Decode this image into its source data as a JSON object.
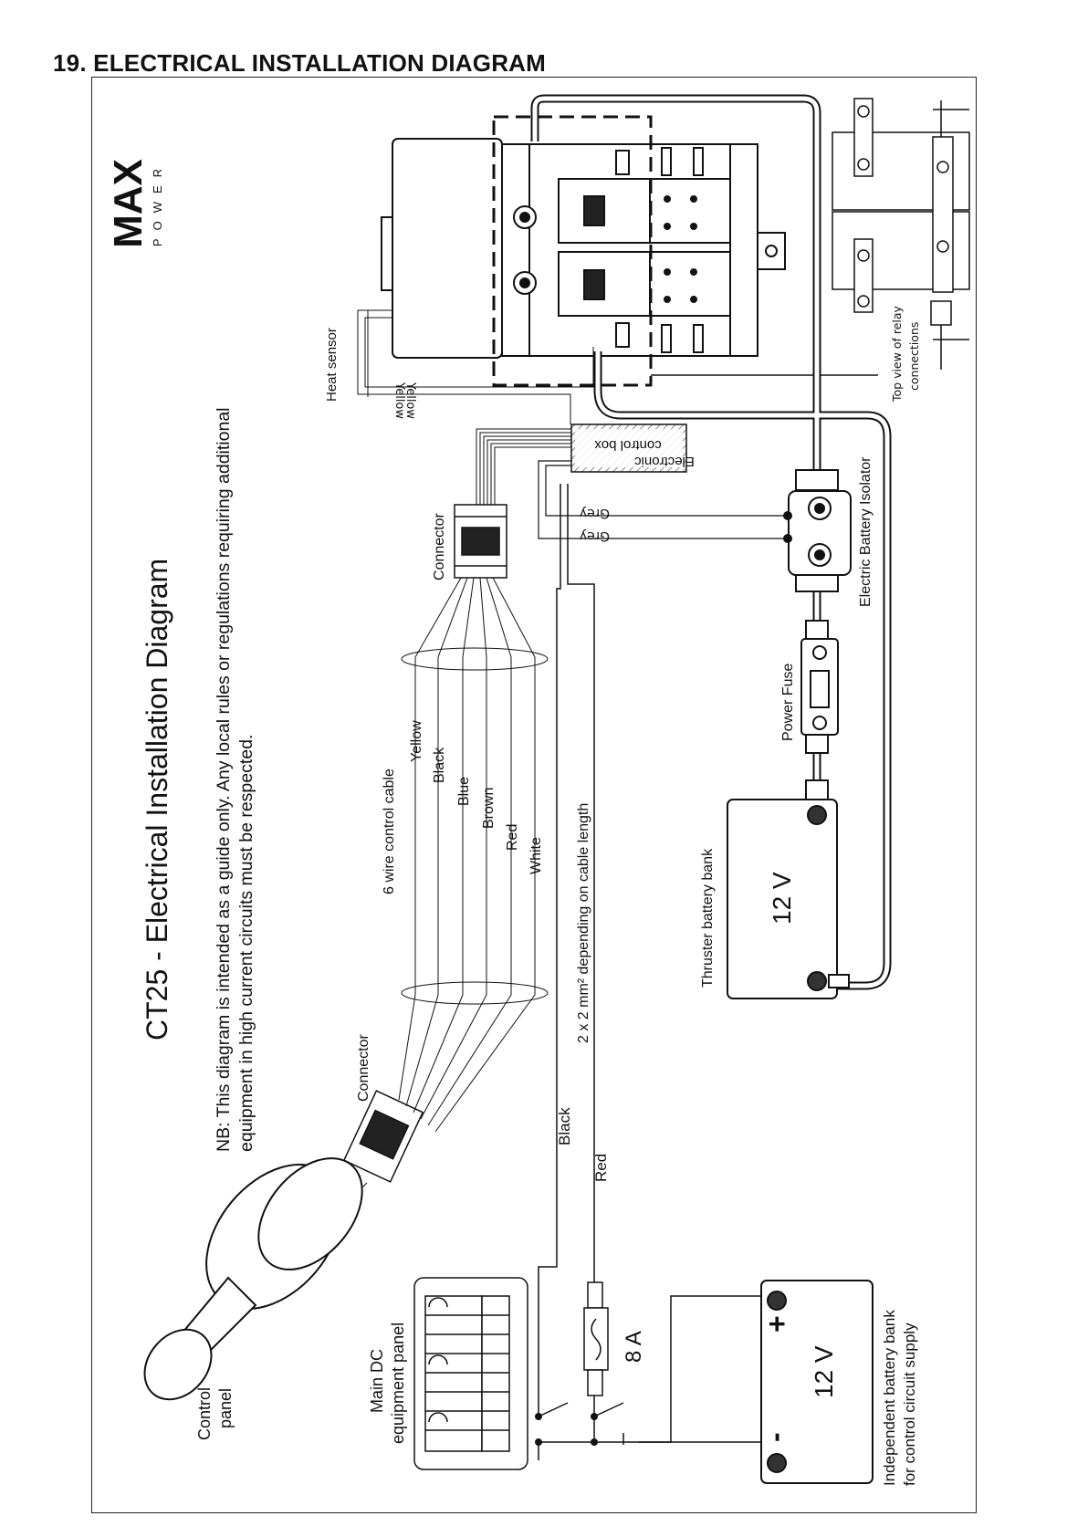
{
  "page_heading": "19. ELECTRICAL INSTALLATION DIAGRAM",
  "logo": {
    "word": "MAX",
    "sub": "POWER"
  },
  "diagram": {
    "title": "CT25 - Electrical Installation Diagram",
    "note_line1": "NB:  This diagram is intended as a guide only.  Any local rules or regulations requiring additional",
    "note_line2": "equipment in high current circuits must be respected.",
    "labels": {
      "heat_sensor": "Heat sensor",
      "yellow_1": "Yellow",
      "yellow_2": "Yellow",
      "control_box_1": "Electronic",
      "control_box_2": "control box",
      "connector_top": "Connector",
      "connector_bottom": "Connector",
      "grey_1": "Grey",
      "grey_2": "Grey",
      "isolator": "Electric Battery Isolator",
      "power_fuse": "Power Fuse",
      "top_view_1": "Top view of relay",
      "top_view_2": "connections",
      "six_wire": "6 wire control cable",
      "cable_spec": "2 x 2 mm² depending on cable length",
      "thruster_battery": "Thruster battery bank",
      "thruster_voltage": "12 V",
      "control_panel_1": "Control",
      "control_panel_2": "panel",
      "dc_panel_1": "Main DC",
      "dc_panel_2": "equipment panel",
      "black_wire": "Black",
      "red_wire": "Red",
      "fuse_rating": "8 A",
      "indep_battery_1": "Independent battery bank",
      "indep_battery_2": "for control circuit supply",
      "indep_voltage": "12 V",
      "plus": "+",
      "minus": "-"
    },
    "wire_colors": [
      "Yellow",
      "Black",
      "Blue",
      "Brown",
      "Red",
      "White"
    ]
  }
}
